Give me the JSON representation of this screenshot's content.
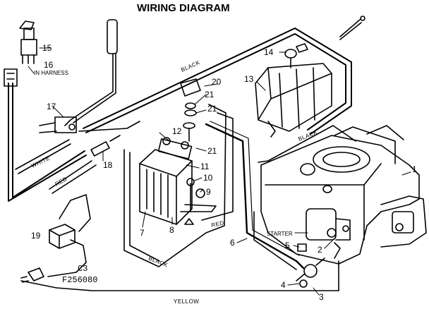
{
  "title": "WIRING DIAGRAM",
  "wire_labels": {
    "black_top": "BLACK",
    "black_engine": "BLACK",
    "black_bottom": "BLACK",
    "white": "WHITE",
    "red_left": "RED",
    "red_right": "RED",
    "yellow": "YELLOW"
  },
  "labels": {
    "in_harness": "IN HARNESS",
    "starter": "STARTER"
  },
  "callouts": [
    "1",
    "2",
    "3",
    "4",
    "5",
    "6",
    "7",
    "8",
    "9",
    "10",
    "11",
    "12",
    "13",
    "14",
    "15",
    "16",
    "17",
    "18",
    "19",
    "20",
    "21",
    "21",
    "21"
  ],
  "footer": {
    "code1": "C3",
    "code2": "F256080"
  }
}
